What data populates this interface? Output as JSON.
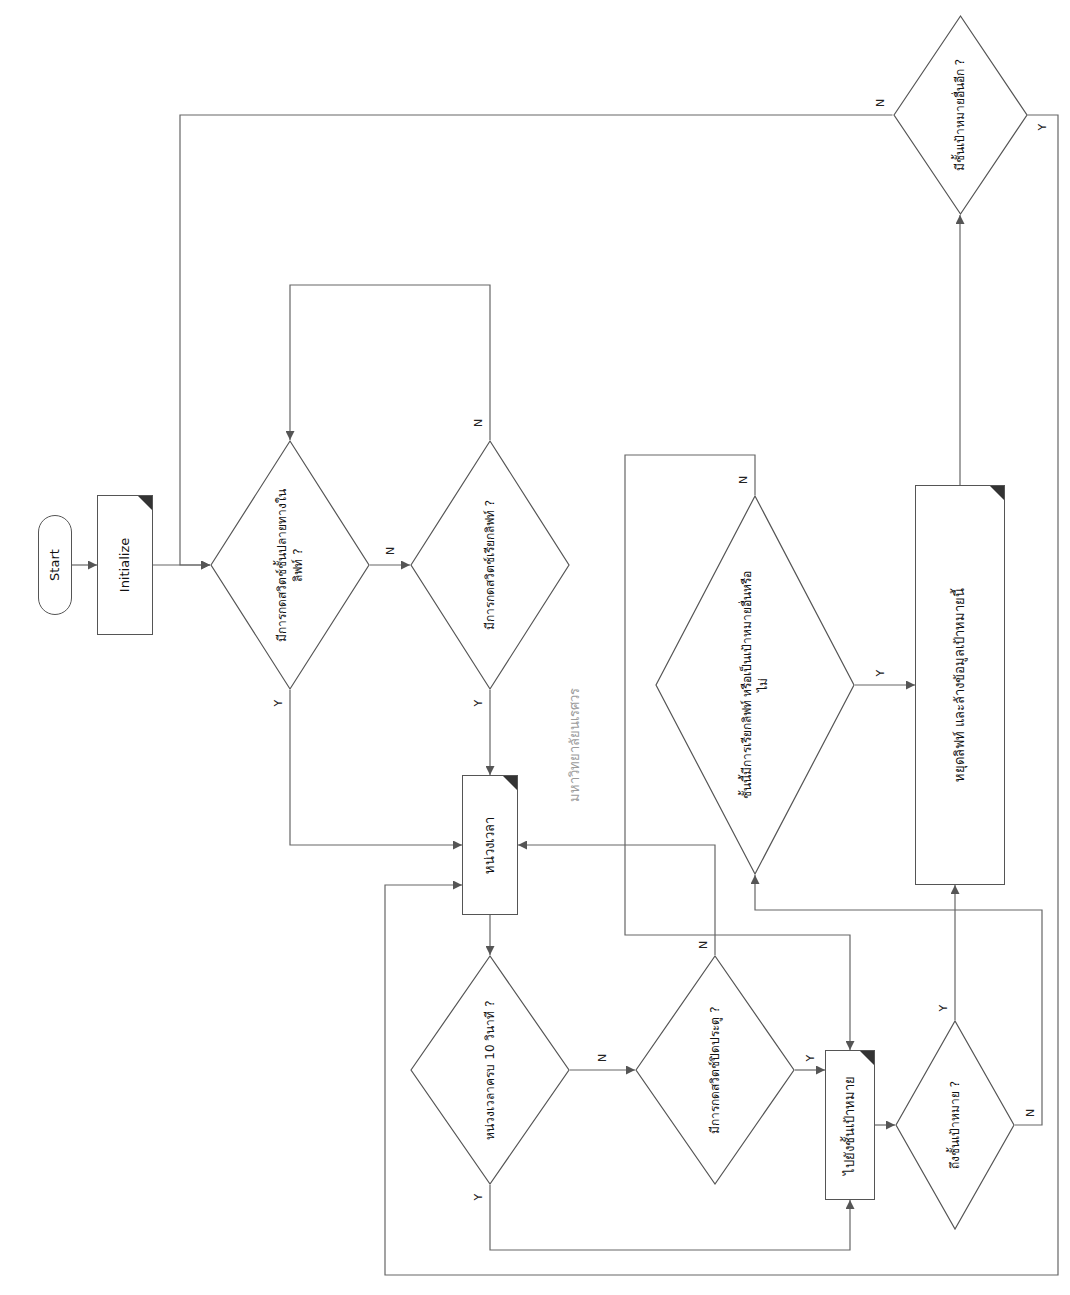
{
  "diagram": {
    "nodes": [
      {
        "text": [
          "Start"
        ]
      },
      {
        "text": [
          "Initialize"
        ]
      },
      {
        "text": [
          "มีการกดสวิตช์ชั้นปลายทางในลิฟท์ ?"
        ]
      },
      {
        "text": [
          "มีการกดสวิตช์เรียกลิฟท์ ?"
        ]
      },
      {
        "text": [
          "หน่วงเวลา"
        ]
      },
      {
        "text": [
          "หน่วงเวลาครบ 10 วินาที ?"
        ]
      },
      {
        "text": [
          "มีการกดสวิตช์ปิดประตู ?"
        ]
      },
      {
        "text": [
          "ไปยังชั้นเป้าหมาย"
        ]
      },
      {
        "text": [
          "ถึงชั้นเป้าหมาย ?"
        ]
      },
      {
        "text": [
          "ชั้นนี้มีการเรียกลิฟท์ หรือเป็นเป้าหมายอื่นหรือไม่"
        ]
      },
      {
        "text": [
          "หยุดลิฟท์ และล้างข้อมูลเป้าหมายนี้"
        ]
      },
      {
        "text": [
          "มีชั้นเป้าหมายอื่นอีก ?"
        ]
      }
    ],
    "edges": [
      {
        "from": 0,
        "to": 1,
        "arrow": "to"
      },
      {
        "from": 1,
        "to": 2,
        "arrow": "to"
      },
      {
        "from": 2,
        "to": 3,
        "label": "N",
        "arrow": "to"
      },
      {
        "from": 3,
        "to": 2,
        "label": "N",
        "arrow": "to"
      },
      {
        "from": 2,
        "to": 4,
        "label": "Y",
        "arrow": "to"
      },
      {
        "from": 3,
        "to": 4,
        "label": "Y",
        "arrow": "to"
      },
      {
        "from": 4,
        "to": 5,
        "arrow": "to"
      },
      {
        "from": 5,
        "to": 7,
        "label": "Y",
        "arrow": "to"
      },
      {
        "from": 5,
        "to": 6,
        "label": "N",
        "arrow": "to"
      },
      {
        "from": 6,
        "to": 7,
        "label": "Y",
        "arrow": "to"
      },
      {
        "from": 6,
        "to": 4,
        "label": "N",
        "arrow": "to"
      },
      {
        "from": 7,
        "to": 8,
        "arrow": "to"
      },
      {
        "from": 8,
        "to": 10,
        "label": "Y",
        "arrow": "to"
      },
      {
        "from": 8,
        "to": 9,
        "label": "N",
        "arrow": "to"
      },
      {
        "from": 9,
        "to": 10,
        "label": "Y",
        "arrow": "to"
      },
      {
        "from": 9,
        "to": 7,
        "label": "N",
        "arrow": "to"
      },
      {
        "from": 10,
        "to": 11,
        "arrow": "to"
      },
      {
        "from": 11,
        "to": 2,
        "label": "N",
        "arrow": "to"
      },
      {
        "from": 11,
        "to": 4,
        "label": "Y",
        "arrow": "to"
      }
    ],
    "labels": [
      "มหาวิทยาลัยนเรศวร"
    ]
  }
}
